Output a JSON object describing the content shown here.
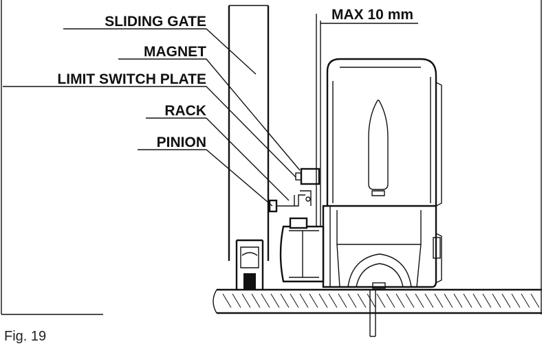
{
  "labels": {
    "sliding_gate": "SLIDING GATE",
    "magnet": "MAGNET",
    "limit_switch_plate": "LIMIT SWITCH PLATE",
    "rack": "RACK",
    "pinion": "PINION",
    "max_gap": "MAX 10 mm"
  },
  "caption": "Fig. 19"
}
